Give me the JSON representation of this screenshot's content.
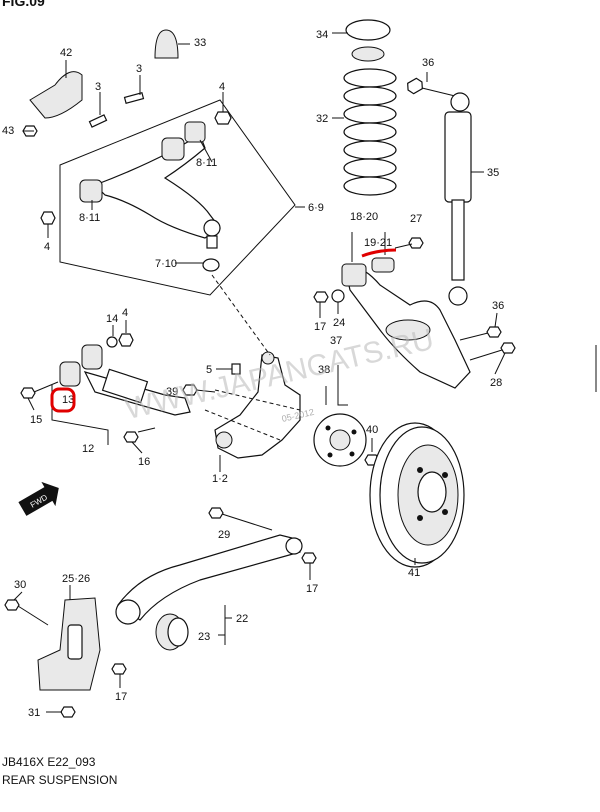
{
  "header": {
    "fig_title": "FIG.09"
  },
  "callouts": {
    "c3a": "3",
    "c3b": "3",
    "c4a": "4",
    "c4b": "4",
    "c4c": "4",
    "c8_11a": "8·11",
    "c8_11b": "8·11",
    "c6_9": "6·9",
    "c7_10": "7·10",
    "c42": "42",
    "c43": "43",
    "c33": "33",
    "c34": "34",
    "c32": "32",
    "c36a": "36",
    "c35": "35",
    "c18_20": "18·20",
    "c19_21": "19·21",
    "c27": "27",
    "c17a": "17",
    "c24": "24",
    "c36b": "36",
    "c28": "28",
    "c14": "14",
    "c13": "13",
    "c15": "15",
    "c12": "12",
    "c16": "16",
    "c5": "5",
    "c39": "39",
    "c37": "37",
    "c38": "38",
    "c40": "40",
    "c1_2": "1·2",
    "c29": "29",
    "c17b": "17",
    "c41": "41",
    "c30": "30",
    "c25_26": "25·26",
    "c22": "22",
    "c23": "23",
    "c17c": "17",
    "c31": "31",
    "fwd": "FWD"
  },
  "watermark": {
    "site": "WWW.JAPANCATS.RU",
    "date": "05-2012"
  },
  "footer": {
    "code": "JB416X E22_093",
    "section": "REAR SUSPENSION"
  },
  "highlight_color": "#e00000"
}
